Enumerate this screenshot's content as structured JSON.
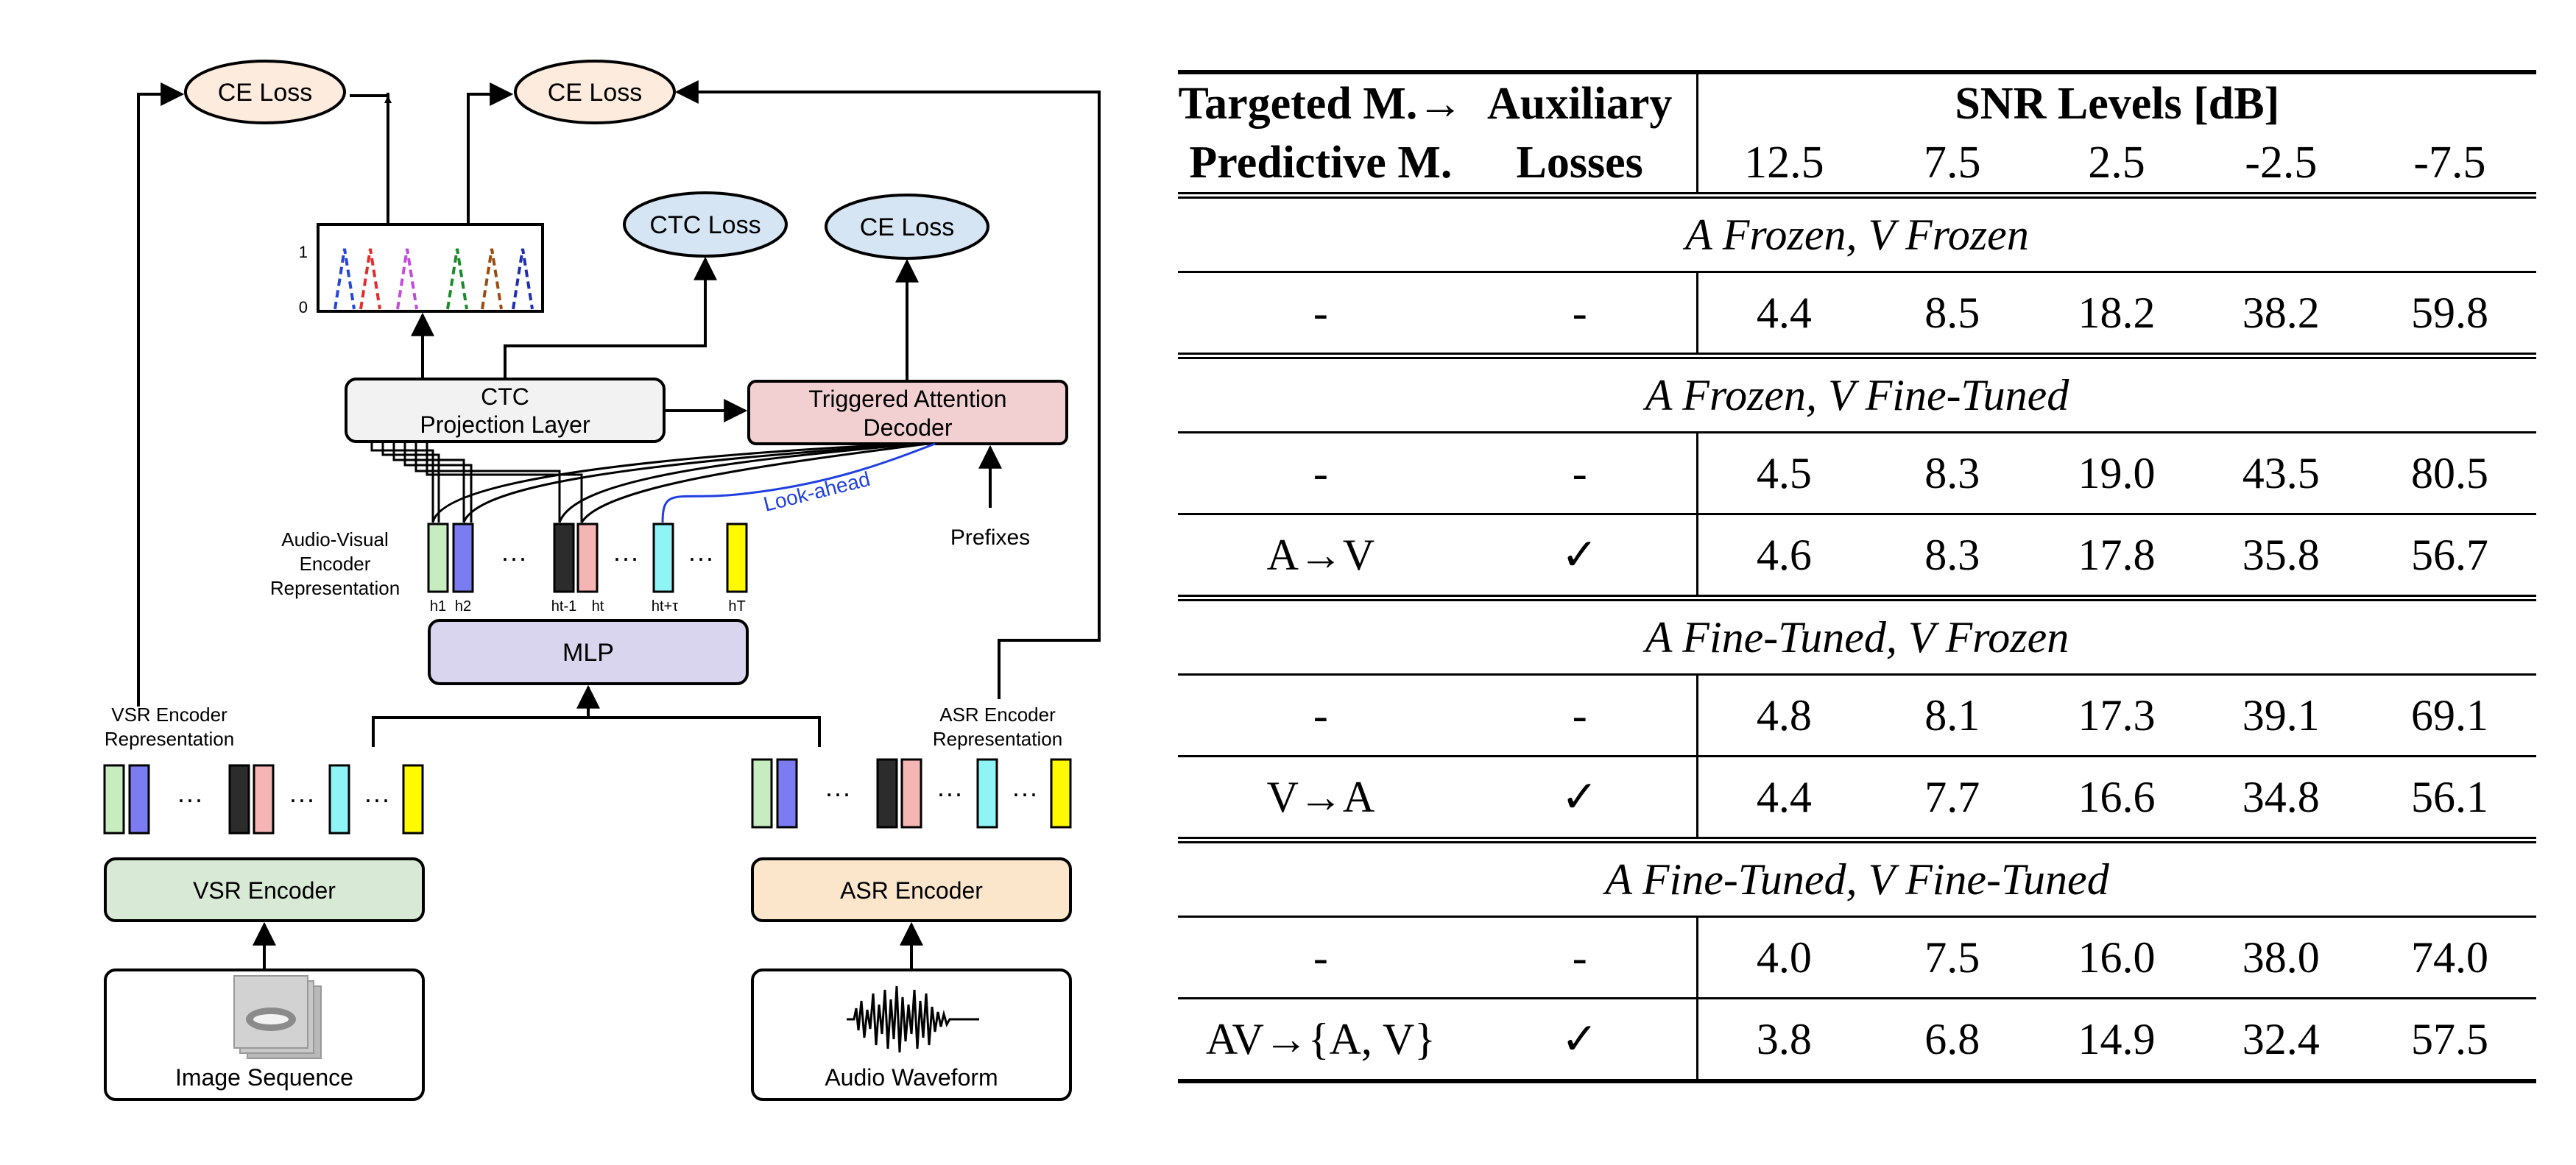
{
  "diagram": {
    "ce_loss_1": "CE Loss",
    "ce_loss_2": "CE Loss",
    "ctc_loss": "CTC Loss",
    "ce_loss_3": "CE Loss",
    "axis_one": "1",
    "axis_zero": "0",
    "ctc_projection": "CTC",
    "ctc_projection_2": "Projection Layer",
    "tad_1": "Triggered Attention",
    "tad_2": "Decoder",
    "lookahead": "Look-ahead",
    "prefixes": "Prefixes",
    "av_rep_1": "Audio-Visual",
    "av_rep_2": "Encoder",
    "av_rep_3": "Representation",
    "h_labels": [
      "h1",
      "h2",
      "ht-1",
      "ht",
      "ht+τ",
      "hT"
    ],
    "mlp": "MLP",
    "vsr_rep_1": "VSR Encoder",
    "vsr_rep_2": "Representation",
    "asr_rep_1": "ASR Encoder",
    "asr_rep_2": "Representation",
    "vsr_encoder": "VSR Encoder",
    "asr_encoder": "ASR Encoder",
    "image_sequence": "Image Sequence",
    "audio_waveform": "Audio Waveform",
    "ellipsis": "···",
    "colors": {
      "ce_fill": "#fdebdd",
      "ctc_loss_fill": "#d6e5f4",
      "ctc_proj_fill": "#f2f2f2",
      "tad_fill": "#f2cfd0",
      "mlp_fill": "#d9d5ee",
      "vsr_fill": "#d8ead5",
      "asr_fill": "#fbe5cb",
      "lookahead": "#1f3fe0"
    }
  },
  "table": {
    "header": {
      "col1_line1": "Targeted M.→",
      "col1_line2": "Predictive M.",
      "col2_line1": "Auxiliary",
      "col2_line2": "Losses",
      "snr_title": "SNR Levels [dB]",
      "snr_levels": [
        "12.5",
        "7.5",
        "2.5",
        "-2.5",
        "-7.5"
      ]
    },
    "groups": [
      {
        "title": "A Frozen, V Frozen",
        "rows": [
          {
            "targeted": "-",
            "aux": "-",
            "values": [
              "4.4",
              "8.5",
              "18.2",
              "38.2",
              "59.8"
            ]
          }
        ]
      },
      {
        "title": "A Frozen, V Fine-Tuned",
        "rows": [
          {
            "targeted": "-",
            "aux": "-",
            "values": [
              "4.5",
              "8.3",
              "19.0",
              "43.5",
              "80.5"
            ]
          },
          {
            "targeted": "A→V",
            "aux": "✓",
            "values": [
              "4.6",
              "8.3",
              "17.8",
              "35.8",
              "56.7"
            ]
          }
        ]
      },
      {
        "title": "A Fine-Tuned, V Frozen",
        "rows": [
          {
            "targeted": "-",
            "aux": "-",
            "values": [
              "4.8",
              "8.1",
              "17.3",
              "39.1",
              "69.1"
            ]
          },
          {
            "targeted": "V→A",
            "aux": "✓",
            "values": [
              "4.4",
              "7.7",
              "16.6",
              "34.8",
              "56.1"
            ]
          }
        ]
      },
      {
        "title": "A Fine-Tuned, V Fine-Tuned",
        "rows": [
          {
            "targeted": "-",
            "aux": "-",
            "values": [
              "4.0",
              "7.5",
              "16.0",
              "38.0",
              "74.0"
            ]
          },
          {
            "targeted": "AV→{A, V}",
            "aux": "✓",
            "values": [
              "3.8",
              "6.8",
              "14.9",
              "32.4",
              "57.5"
            ]
          }
        ]
      }
    ]
  }
}
